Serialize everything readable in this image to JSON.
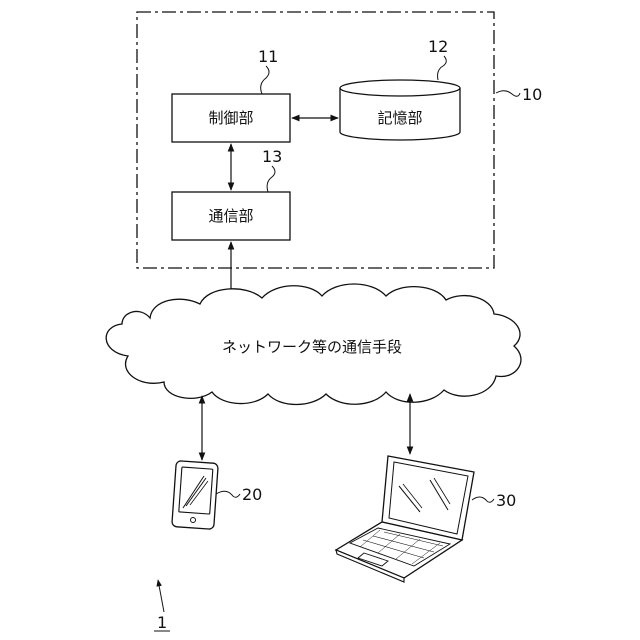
{
  "figure": {
    "server": {
      "ref": "10"
    },
    "control": {
      "label": "制御部",
      "ref": "11"
    },
    "storage": {
      "label": "記憶部",
      "ref": "12"
    },
    "comm": {
      "label": "通信部",
      "ref": "13"
    },
    "network": {
      "label": "ネットワーク等の通信手段"
    },
    "smartphone": {
      "ref": "20"
    },
    "laptop": {
      "ref": "30"
    },
    "system": {
      "ref": "1"
    }
  }
}
